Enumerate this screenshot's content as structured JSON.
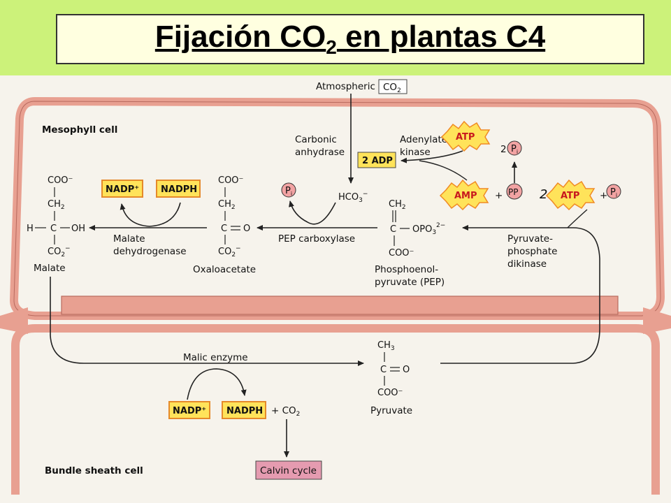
{
  "title": {
    "main": "Fijación CO",
    "sub": "2",
    "rest": " en plantas C4"
  },
  "colors": {
    "background": "#ccf27a",
    "cell_wall": "#e8a091",
    "yellow_box": "#ffe35a",
    "red_text": "#c8181e",
    "calvin_box": "#e59bb0",
    "diagram_bg": "#f6f3ec"
  },
  "cells": {
    "mesophyll": "Mesophyll cell",
    "bundle_sheath": "Bundle sheath cell"
  },
  "atmospheric": {
    "label": "Atmospheric",
    "co2": "CO",
    "co2_sub": "2"
  },
  "enzymes": {
    "carbonic_anhydrase": [
      "Carbonic",
      "anhydrase"
    ],
    "adenylate_kinase": [
      "Adenylate",
      "kinase"
    ],
    "pep_carboxylase": "PEP carboxylase",
    "malate_dehydrogenase": [
      "Malate",
      "dehydrogenase"
    ],
    "pyruvate_dikinase": [
      "Pyruvate-",
      "phosphate",
      "dikinase"
    ],
    "malic_enzyme": "Malic enzyme"
  },
  "molecules": {
    "malate": "Malate",
    "oxaloacetate": "Oxaloacetate",
    "pep": [
      "Phosphoenol-",
      "pyruvate (PEP)"
    ],
    "pyruvate": "Pyruvate",
    "hco3": "HCO",
    "hco3_sub": "3",
    "hco3_sup": "−"
  },
  "boxes": {
    "two_adp": "2 ADP",
    "nadp_plus": "NADP⁺",
    "nadph": "NADPH",
    "nadp_plus_2": "NADP⁺",
    "nadph_2": "NADPH",
    "calvin": "Calvin cycle"
  },
  "stars": {
    "atp_top": "ATP",
    "amp": "AMP",
    "atp_right": "ATP"
  },
  "circles": {
    "pi_left": "P",
    "pi_left_sub": "i",
    "pp": "PP",
    "two_pi": "P",
    "two_pi_sub": "i",
    "two_pi_coef": "2",
    "pi_right": "P",
    "pi_right_sub": "i"
  },
  "operators": {
    "plus1": "+",
    "plus2": "+",
    "plus3": "+",
    "two": "2",
    "co2_release": "+ CO",
    "co2_release_sub": "2"
  },
  "formulas": {
    "malate": {
      "coo_top": "COO⁻",
      "ch2": "CH",
      "ch2_sub": "2",
      "h": "H",
      "c": "C",
      "oh": "OH",
      "co2": "CO",
      "co2_sub": "2",
      "co2_sup": "−"
    },
    "oxaloacetate": {
      "coo_top": "COO⁻",
      "ch2": "CH",
      "ch2_sub": "2",
      "c": "C",
      "o": "O",
      "co2": "CO",
      "co2_sub": "2",
      "co2_sup": "−"
    },
    "pep": {
      "ch2": "CH",
      "ch2_sub": "2",
      "c": "C",
      "opo3": "OPO",
      "opo3_sub": "3",
      "opo3_sup": "2−",
      "coo": "COO⁻"
    },
    "pyruvate": {
      "ch3": "CH",
      "ch3_sub": "3",
      "c": "C",
      "o": "O",
      "coo": "COO⁻"
    }
  }
}
